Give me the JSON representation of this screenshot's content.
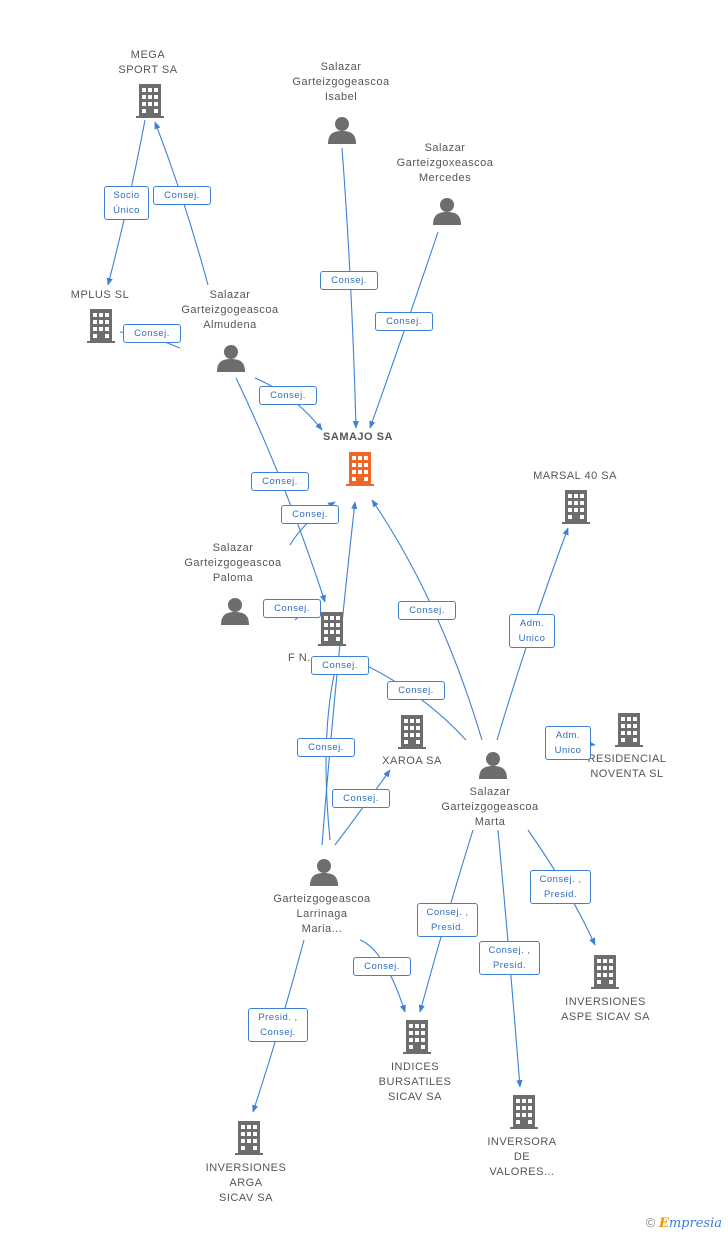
{
  "colors": {
    "edge": "#3b82d6",
    "building": "#6d6d6d",
    "main_building": "#f26522",
    "person": "#6d6d6d"
  },
  "nodes": {
    "mega_sport": {
      "label": "MEGA\nSPORT SA",
      "type": "company"
    },
    "salazar_isabel": {
      "label": "Salazar\nGarteizgogeascoa\nIsabel",
      "type": "person"
    },
    "salazar_mercedes": {
      "label": "Salazar\nGarteizgoxeascoa\nMercedes",
      "type": "person"
    },
    "mplus": {
      "label": "MPLUS SL",
      "type": "company"
    },
    "salazar_almudena": {
      "label": "Salazar\nGarteizgogeascoa\nAlmudena",
      "type": "person"
    },
    "samajo": {
      "label": "SAMAJO SA",
      "type": "company-main"
    },
    "marsal": {
      "label": "MARSAL 40 SA",
      "type": "company"
    },
    "salazar_paloma": {
      "label": "Salazar\nGarteizgogeascoa\nPaloma",
      "type": "person"
    },
    "fn": {
      "label": "F N...",
      "type": "company"
    },
    "xaroa": {
      "label": "XAROA SA",
      "type": "company"
    },
    "residencial": {
      "label": "RESIDENCIAL\nNOVENTA SL",
      "type": "company"
    },
    "salazar_marta": {
      "label": "Salazar\nGarteizgogeascoa\nMarta",
      "type": "person"
    },
    "garteiz_maria": {
      "label": "Garteizgogeascoa\nLarrinaga\nMaria...",
      "type": "person"
    },
    "inversiones_aspe": {
      "label": "INVERSIONES\nASPE SICAV SA",
      "type": "company"
    },
    "indices": {
      "label": "INDICES\nBURSATILES\nSICAV SA",
      "type": "company"
    },
    "inversora": {
      "label": "INVERSORA\nDE\nVALORES...",
      "type": "company"
    },
    "inversiones_arga": {
      "label": "INVERSIONES\nARGA\nSICAV SA",
      "type": "company"
    }
  },
  "edge_labels": {
    "socio_unico": "Socio\nÚnico",
    "consej_mega": "Consej.",
    "consej_mplus": "Consej.",
    "consej_isabel": "Consej.",
    "consej_mercedes": "Consej.",
    "consej_almudena": "Consej.",
    "consej_almudena_fn": "Consej.",
    "consej_paloma_samajo": "Consej.",
    "consej_paloma_fn": "Consej.",
    "adm_unico_marsal": "Adm.\nUnico",
    "consej_marta_samajo": "Consej.",
    "consej_marta_fn": "Consej.",
    "consej_fn_maria": "Consej.",
    "consej_maria_samajo": "Consej.",
    "consej_maria_xaroa": "Consej.",
    "adm_unico_residencial": "Adm.\nUnico",
    "consej_presid_aspe": "Consej. ,\nPresid.",
    "consej_presid_indices": "Consej. ,\nPresid.",
    "consej_presid_inversora": "Consej. ,\nPresid.",
    "consej_maria_indices": "Consej.",
    "presid_consej_arga": "Presid. ,\nConsej."
  },
  "footer": {
    "copyright": "©",
    "brand_e": "E",
    "brand_rest": "mpresia"
  }
}
